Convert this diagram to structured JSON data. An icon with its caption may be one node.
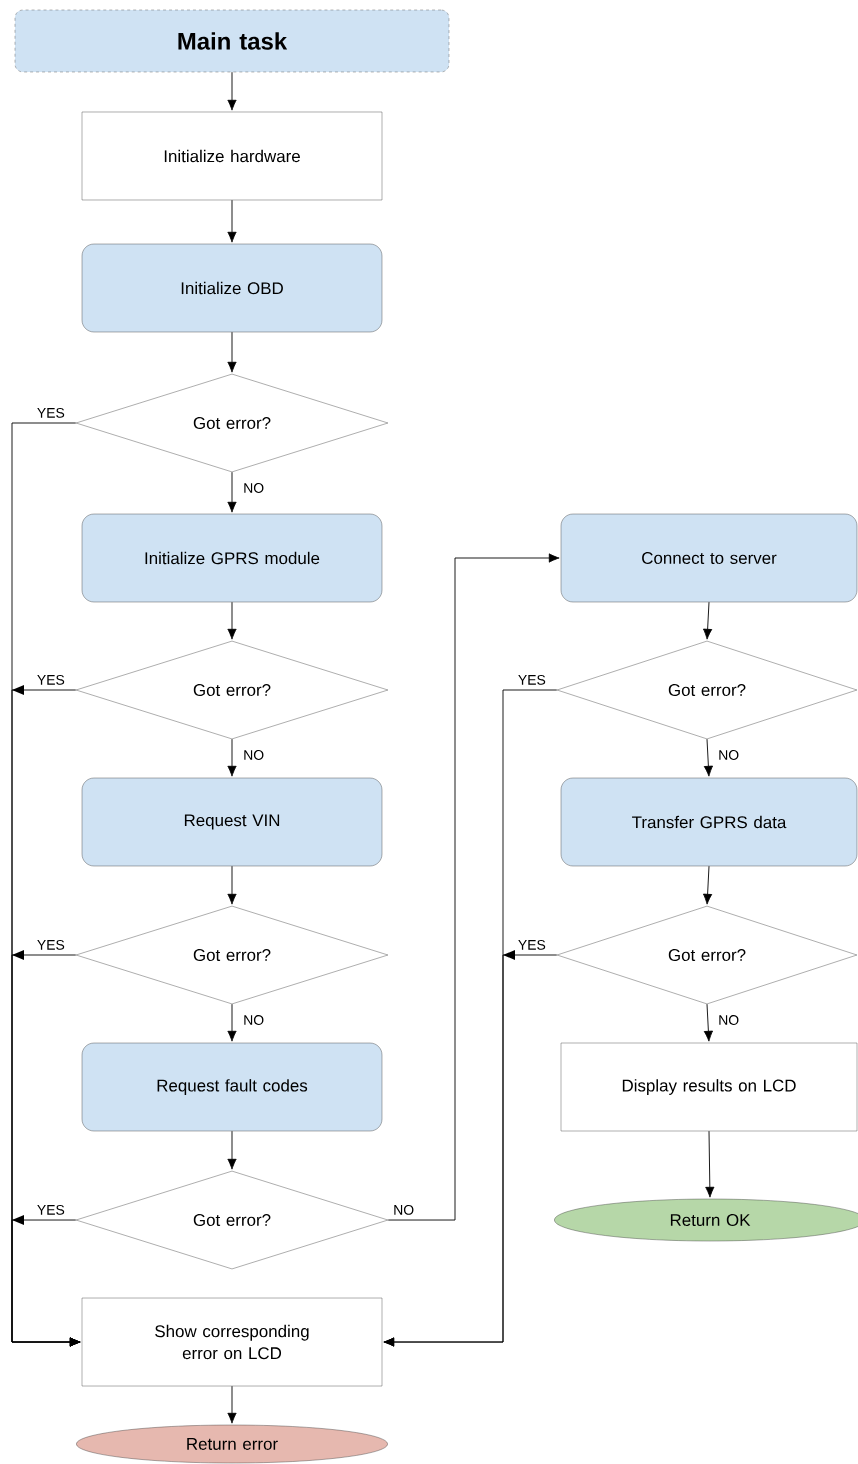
{
  "diagram": {
    "nodes": [
      {
        "text": [
          "Main task"
        ]
      },
      {
        "text": [
          "Initialize hardware"
        ]
      },
      {
        "text": [
          "Initialize OBD"
        ]
      },
      {
        "text": [
          "Got error?"
        ]
      },
      {
        "text": [
          "Initialize GPRS module"
        ]
      },
      {
        "text": [
          "Got error?"
        ]
      },
      {
        "text": [
          "Request VIN"
        ]
      },
      {
        "text": [
          "Got error?"
        ]
      },
      {
        "text": [
          "Request fault codes"
        ]
      },
      {
        "text": [
          "Got error?"
        ]
      },
      {
        "text": [
          "Connect to server"
        ]
      },
      {
        "text": [
          "Got error?"
        ]
      },
      {
        "text": [
          "Transfer GPRS data"
        ]
      },
      {
        "text": [
          "Got error?"
        ]
      },
      {
        "text": [
          "Display results on LCD"
        ]
      },
      {
        "text": [
          "Return OK"
        ]
      },
      {
        "text": [
          "Show corresponding error on LCD"
        ]
      },
      {
        "text": [
          "Return error"
        ]
      }
    ],
    "edges": [
      {
        "from": 0,
        "to": 1,
        "arrow": "to"
      },
      {
        "from": 1,
        "to": 2,
        "arrow": "to"
      },
      {
        "from": 2,
        "to": 3,
        "arrow": "to"
      },
      {
        "from": 3,
        "to": 16,
        "label": "YES",
        "arrow": "to"
      },
      {
        "from": 3,
        "to": 4,
        "label": "NO",
        "arrow": "to"
      },
      {
        "from": 4,
        "to": 5,
        "arrow": "to"
      },
      {
        "from": 5,
        "to": 16,
        "label": "YES",
        "arrow": "to"
      },
      {
        "from": 5,
        "to": 6,
        "label": "NO",
        "arrow": "to"
      },
      {
        "from": 6,
        "to": 7,
        "arrow": "to"
      },
      {
        "from": 7,
        "to": 16,
        "label": "YES",
        "arrow": "to"
      },
      {
        "from": 7,
        "to": 8,
        "label": "NO",
        "arrow": "to"
      },
      {
        "from": 8,
        "to": 9,
        "arrow": "to"
      },
      {
        "from": 9,
        "to": 16,
        "label": "YES",
        "arrow": "to"
      },
      {
        "from": 9,
        "to": 10,
        "label": "NO",
        "arrow": "to"
      },
      {
        "from": 10,
        "to": 11,
        "arrow": "to"
      },
      {
        "from": 11,
        "to": 16,
        "label": "YES",
        "arrow": "to"
      },
      {
        "from": 11,
        "to": 12,
        "label": "NO",
        "arrow": "to"
      },
      {
        "from": 12,
        "to": 13,
        "arrow": "to"
      },
      {
        "from": 13,
        "to": 16,
        "label": "YES",
        "arrow": "to"
      },
      {
        "from": 13,
        "to": 14,
        "label": "NO",
        "arrow": "to"
      },
      {
        "from": 14,
        "to": 15,
        "arrow": "to"
      },
      {
        "from": 16,
        "to": 17,
        "arrow": "to"
      }
    ]
  }
}
